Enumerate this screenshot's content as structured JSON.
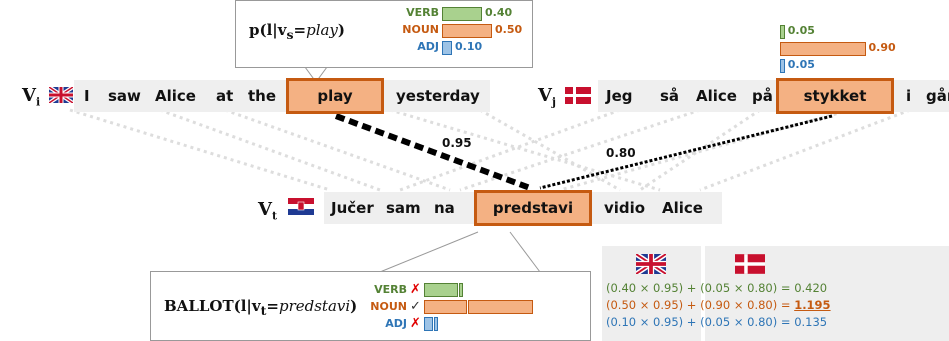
{
  "colors": {
    "verb": "#548235",
    "noun": "#c55a11",
    "adj": "#2e75b6",
    "highlight": "#f4b183"
  },
  "flags": {
    "source_i": "uk-flag-icon",
    "source_j": "denmark-flag-icon",
    "target": "croatia-flag-icon"
  },
  "source_i": {
    "label": "V",
    "sub": "i",
    "words": [
      "I",
      "saw",
      "Alice",
      "at",
      "the",
      "play",
      "yesterday"
    ],
    "highlight": "play"
  },
  "source_j": {
    "label": "V",
    "sub": "j",
    "words": [
      "Jeg",
      "så",
      "Alice",
      "på",
      "stykket",
      "i",
      "går"
    ],
    "highlight": "stykket"
  },
  "target": {
    "label": "V",
    "sub": "t",
    "words": [
      "Jučer",
      "sam",
      "na",
      "predstavi",
      "vidio",
      "Alice"
    ],
    "highlight": "predstavi"
  },
  "edge_weights": {
    "i_to_t": "0.95",
    "j_to_t": "0.80"
  },
  "popup_i": {
    "formula_prefix": "p(l|v",
    "formula_sub": "s",
    "formula_eq": "=",
    "formula_word": "play",
    "formula_suffix": ")",
    "labels": [
      "VERB",
      "NOUN",
      "ADJ"
    ],
    "values": [
      "0.40",
      "0.50",
      "0.10"
    ],
    "fractions": [
      0.4,
      0.5,
      0.1
    ]
  },
  "popup_j": {
    "values": [
      "0.05",
      "0.90",
      "0.05"
    ],
    "fractions": [
      0.05,
      0.9,
      0.05
    ]
  },
  "ballot": {
    "formula_prefix": "BALLOT(l|v",
    "formula_sub": "t",
    "formula_eq": "=",
    "formula_word": "predstavi",
    "formula_suffix": ")",
    "labels": [
      "VERB",
      "NOUN",
      "ADJ"
    ],
    "marks": [
      "✗",
      "✓",
      "✗"
    ]
  },
  "calc": {
    "rows": [
      {
        "a": "(0.40 × 0.95)",
        "b": "(0.05 × 0.80)",
        "result": "0.420"
      },
      {
        "a": "(0.50 × 0.95)",
        "b": "(0.90 × 0.80)",
        "result": "1.195"
      },
      {
        "a": "(0.10 × 0.95)",
        "b": "(0.05 × 0.80)",
        "result": "0.135"
      }
    ],
    "plus": "+",
    "equals": "="
  }
}
